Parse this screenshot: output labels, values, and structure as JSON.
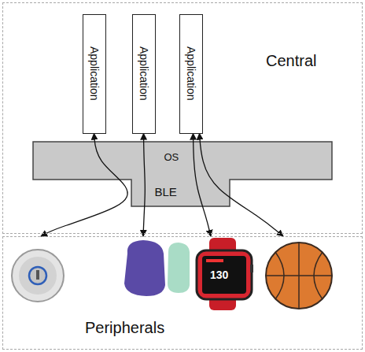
{
  "diagram": {
    "nodes": [
      {
        "text": [
          "Central"
        ]
      },
      {
        "text": [
          "Application"
        ],
        "in": 0
      },
      {
        "text": [
          "Application"
        ],
        "in": 0
      },
      {
        "text": [
          "Application"
        ],
        "in": 0
      },
      {
        "text": [
          "OS"
        ],
        "in": 0
      },
      {
        "text": [
          "BLE"
        ],
        "in": 0
      },
      {
        "text": [
          "Peripherals"
        ]
      }
    ],
    "edges": [
      {
        "from": 1,
        "to": 6,
        "arrow": "both"
      },
      {
        "from": 2,
        "to": 6,
        "arrow": "both"
      },
      {
        "from": 3,
        "to": 6,
        "arrow": "both"
      },
      {
        "from": 3,
        "to": 6,
        "arrow": "both"
      }
    ],
    "labels": [
      "130"
    ]
  }
}
